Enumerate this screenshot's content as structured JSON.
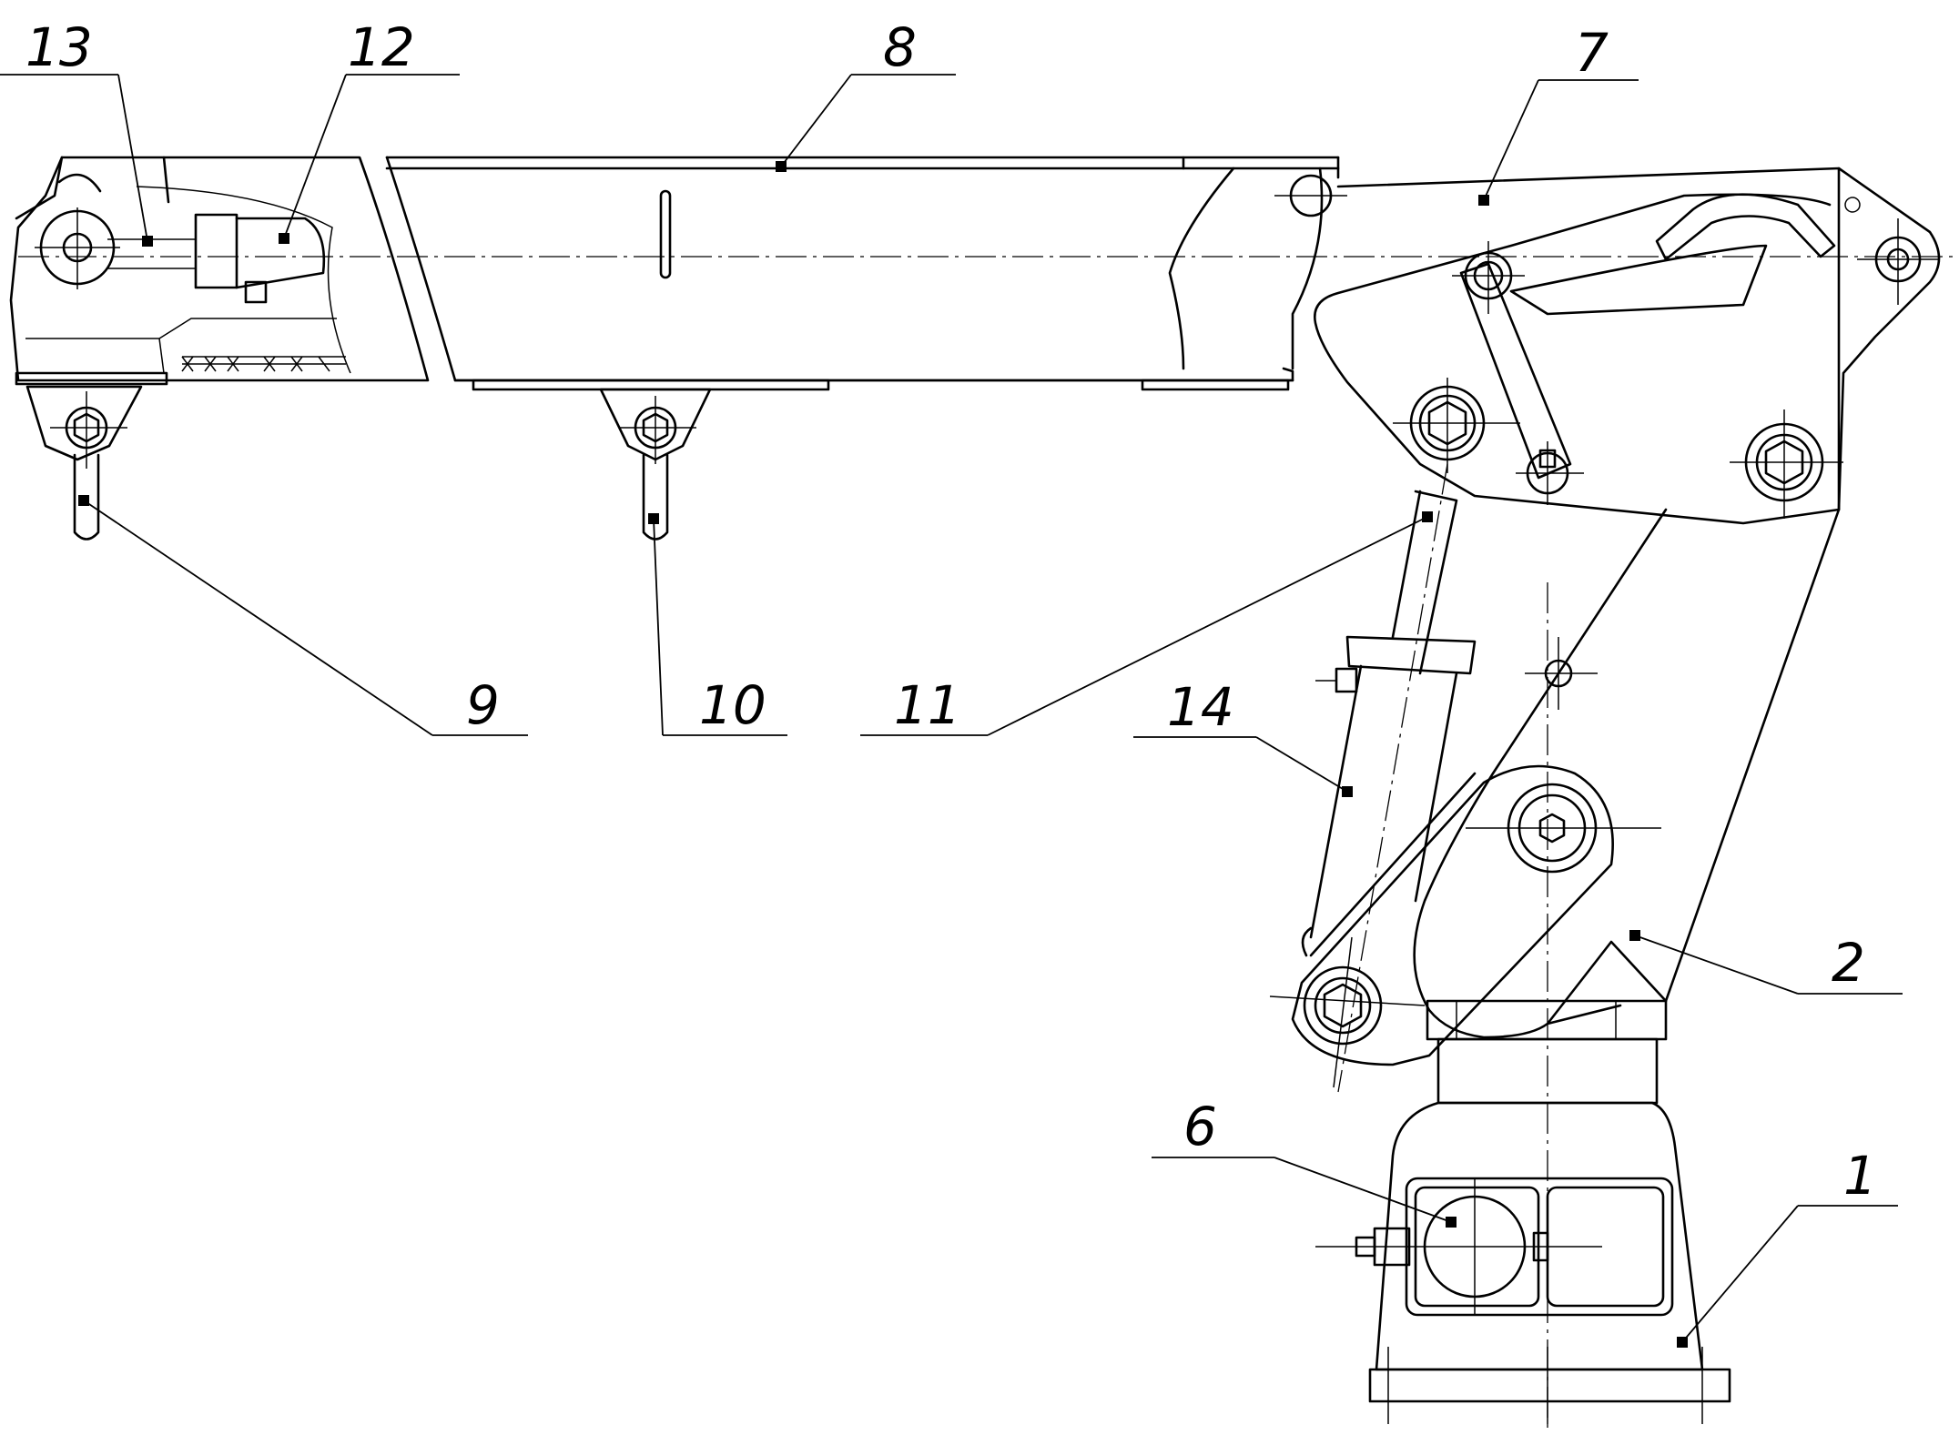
{
  "figure": {
    "labels": [
      {
        "id": "l1",
        "text": "1"
      },
      {
        "id": "l2",
        "text": "2"
      },
      {
        "id": "l6",
        "text": "6"
      },
      {
        "id": "l7",
        "text": "7"
      },
      {
        "id": "l8",
        "text": "8"
      },
      {
        "id": "l9",
        "text": "9"
      },
      {
        "id": "l10",
        "text": "10"
      },
      {
        "id": "l11",
        "text": "11"
      },
      {
        "id": "l12",
        "text": "12"
      },
      {
        "id": "l13",
        "text": "13"
      },
      {
        "id": "l14",
        "text": "14"
      }
    ]
  }
}
